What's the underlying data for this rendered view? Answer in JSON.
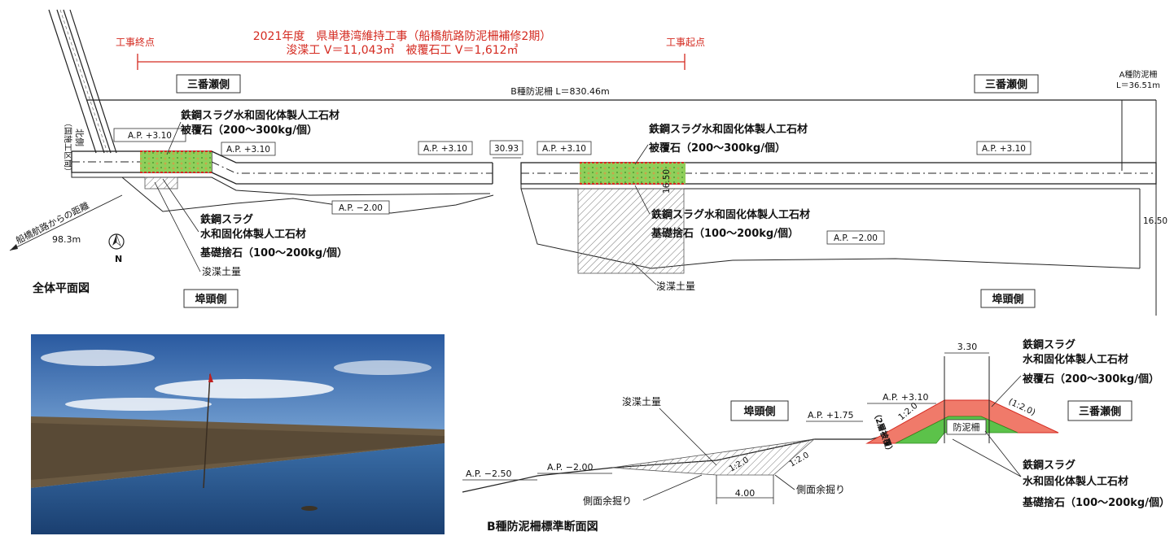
{
  "header": {
    "line1": "2021年度　県単港湾維持工事（船橋航路防泥柵補修2期）",
    "line2": "浚渫工 V＝11,043㎥　被覆石工 V＝1,612㎥",
    "end_point": "工事終点",
    "start_point": "工事起点"
  },
  "plan": {
    "title": "全体平面図",
    "sanbanze_left": "三番瀬側",
    "sanbanze_right": "三番瀬側",
    "futo_left": "埠頭側",
    "futo_right": "埠頭側",
    "b_fence": "B種防泥柵 L＝830.46m",
    "a_fence_1": "A種防泥柵",
    "a_fence_2": "L＝36.51m",
    "north_side_1": "北側",
    "north_side_2": "（国施工区間）",
    "distance_label": "船橋航路からの距離",
    "distance_value": "98.3m",
    "north": "N",
    "ap_levels": [
      "A.P. +3.10",
      "A.P. +3.10",
      "A.P. +3.10",
      "A.P. +3.10",
      "A.P. +3.10"
    ],
    "ap_minus_left": "A.P. −2.00",
    "ap_minus_right": "A.P. −2.00",
    "gap": "30.93",
    "dim_1650": "16.50",
    "dim_1650_b": "16.50",
    "slag_cover_left_1": "鉄鋼スラグ水和固化体製人工石材",
    "slag_cover_left_2": "被覆石（200〜300kg/個）",
    "slag_cover_right_1": "鉄鋼スラグ水和固化体製人工石材",
    "slag_cover_right_2": "被覆石（200〜300kg/個）",
    "slag_base_left_1": "鉄鋼スラグ",
    "slag_base_left_2": "水和固化体製人工石材",
    "slag_base_left_3": "基礎捨石（100〜200kg/個）",
    "dredge_left": "浚渫土量",
    "slag_base_right_1": "鉄鋼スラグ水和固化体製人工石材",
    "slag_base_right_2": "基礎捨石（100〜200kg/個）",
    "dredge_right": "浚渫土量"
  },
  "section": {
    "title": "B種防泥柵標準断面図",
    "dredge": "浚渫土量",
    "futo": "埠頭側",
    "sanbanze": "三番瀬側",
    "ap_310": "A.P. +3.10",
    "ap_175": "A.P. +1.75",
    "ap_m250": "A.P. −2.50",
    "ap_m200": "A.P. −2.00",
    "width_330": "3.30",
    "width_400": "4.00",
    "slope_1": "1:2.0",
    "slope_2": "(1:2.0)",
    "slope_3": "1:2.0",
    "slope_4": "1:2.0",
    "double_layer": "（2層被覆）",
    "fence": "防泥柵",
    "side_left": "側面余掘り",
    "side_right": "側面余掘り",
    "cover_1": "鉄鋼スラグ",
    "cover_2": "水和固化体製人工石材",
    "cover_3": "被覆石（200〜300kg/個）",
    "base_1": "鉄鋼スラグ",
    "base_2": "水和固化体製人工石材",
    "base_3": "基礎捨石（100〜200kg/個）"
  },
  "colors": {
    "red": "#d42a20",
    "green": "#5cc24a",
    "salmon": "#f07a6a",
    "sky": "#2f5e9c",
    "sea": "#1f4f86"
  }
}
